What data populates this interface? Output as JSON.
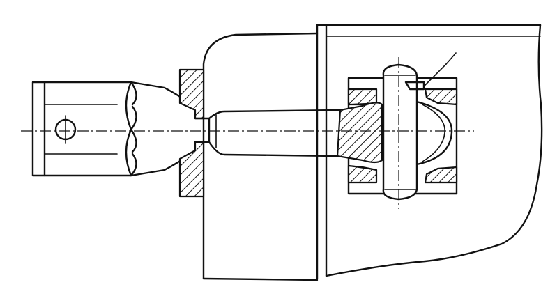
{
  "figure": {
    "kind": "mechanical cross-section drawing",
    "line_color": "#111111",
    "background_color": "#ffffff",
    "hatch_style": "diagonal 45-degree section lines",
    "components": [
      "clevis-fork",
      "cross-pin",
      "connecting-rod",
      "housing-body",
      "mounting-plate",
      "bushing-flange",
      "ball-joint",
      "socket-bearing",
      "retaining-pin",
      "leader-line"
    ]
  }
}
